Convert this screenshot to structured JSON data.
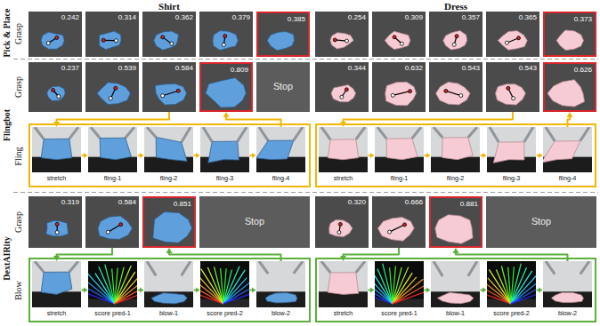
{
  "diagram": {
    "nodes": [
      {
        "text": [
          "0.242"
        ]
      },
      {
        "text": [
          "0.314"
        ]
      },
      {
        "text": [
          "0.362"
        ]
      },
      {
        "text": [
          "0.379"
        ]
      },
      {
        "text": [
          "0.385"
        ]
      },
      {
        "text": [
          "0.254"
        ]
      },
      {
        "text": [
          "0.309"
        ]
      },
      {
        "text": [
          "0.357"
        ]
      },
      {
        "text": [
          "0.365"
        ]
      },
      {
        "text": [
          "0.373"
        ]
      },
      {
        "text": [
          "0.237"
        ]
      },
      {
        "text": [
          "0.539"
        ]
      },
      {
        "text": [
          "0.584"
        ]
      },
      {
        "text": [
          "0.809"
        ]
      },
      {
        "text": [
          "Stop"
        ]
      },
      {
        "text": [
          "0.344"
        ]
      },
      {
        "text": [
          "0.632"
        ]
      },
      {
        "text": [
          "0.543"
        ]
      },
      {
        "text": [
          "0.543"
        ]
      },
      {
        "text": [
          "0.626"
        ]
      },
      {
        "text": [
          "stretch"
        ]
      },
      {
        "text": [
          "fling-1"
        ]
      },
      {
        "text": [
          "fling-2"
        ]
      },
      {
        "text": [
          "fling-3"
        ]
      },
      {
        "text": [
          "fling-4"
        ]
      },
      {
        "text": [
          "stretch"
        ]
      },
      {
        "text": [
          "fling-1"
        ]
      },
      {
        "text": [
          "fling-2"
        ]
      },
      {
        "text": [
          "fling-3"
        ]
      },
      {
        "text": [
          "fling-4"
        ]
      },
      {
        "text": [
          "0.319"
        ]
      },
      {
        "text": [
          "0.584"
        ]
      },
      {
        "text": [
          "0.851"
        ]
      },
      {
        "text": [
          "Stop"
        ]
      },
      {
        "text": [
          "0.320"
        ]
      },
      {
        "text": [
          "0.666"
        ]
      },
      {
        "text": [
          "0.881"
        ]
      },
      {
        "text": [
          "Stop"
        ]
      },
      {
        "text": [
          "stretch"
        ]
      },
      {
        "text": [
          "score pred-1"
        ]
      },
      {
        "text": [
          "blow-1"
        ]
      },
      {
        "text": [
          "score pred-2"
        ]
      },
      {
        "text": [
          "blow-2"
        ]
      },
      {
        "text": [
          "stretch"
        ]
      },
      {
        "text": [
          "score pred-1"
        ]
      },
      {
        "text": [
          "blow-1"
        ]
      },
      {
        "text": [
          "score pred-2"
        ]
      },
      {
        "text": [
          "blow-2"
        ]
      }
    ],
    "edges": [
      {
        "from": 12,
        "to": 20,
        "arrow": "to"
      },
      {
        "from": 20,
        "to": 21,
        "arrow": "to"
      },
      {
        "from": 21,
        "to": 22,
        "arrow": "to"
      },
      {
        "from": 22,
        "to": 23,
        "arrow": "to"
      },
      {
        "from": 23,
        "to": 24,
        "arrow": "to"
      },
      {
        "from": 24,
        "to": 13,
        "arrow": "to"
      },
      {
        "from": 18,
        "to": 25,
        "arrow": "to"
      },
      {
        "from": 25,
        "to": 26,
        "arrow": "to"
      },
      {
        "from": 26,
        "to": 27,
        "arrow": "to"
      },
      {
        "from": 27,
        "to": 28,
        "arrow": "to"
      },
      {
        "from": 28,
        "to": 29,
        "arrow": "to"
      },
      {
        "from": 29,
        "to": 19,
        "arrow": "to"
      },
      {
        "from": 31,
        "to": 38,
        "arrow": "to"
      },
      {
        "from": 38,
        "to": 39,
        "arrow": "to"
      },
      {
        "from": 39,
        "to": 40,
        "arrow": "to"
      },
      {
        "from": 40,
        "to": 41,
        "arrow": "to"
      },
      {
        "from": 41,
        "to": 42,
        "arrow": "to"
      },
      {
        "from": 42,
        "to": 32,
        "arrow": "to"
      },
      {
        "from": 35,
        "to": 43,
        "arrow": "to"
      },
      {
        "from": 43,
        "to": 44,
        "arrow": "to"
      },
      {
        "from": 44,
        "to": 45,
        "arrow": "to"
      },
      {
        "from": 45,
        "to": 46,
        "arrow": "to"
      },
      {
        "from": 46,
        "to": 47,
        "arrow": "to"
      },
      {
        "from": 47,
        "to": 36,
        "arrow": "to"
      }
    ],
    "labels": [
      "Shirt",
      "Dress",
      "Pick & Place",
      "Grasp",
      "Flingbot",
      "Grasp",
      "Fling",
      "DextAIRity",
      "Grasp",
      "Blow"
    ]
  }
}
